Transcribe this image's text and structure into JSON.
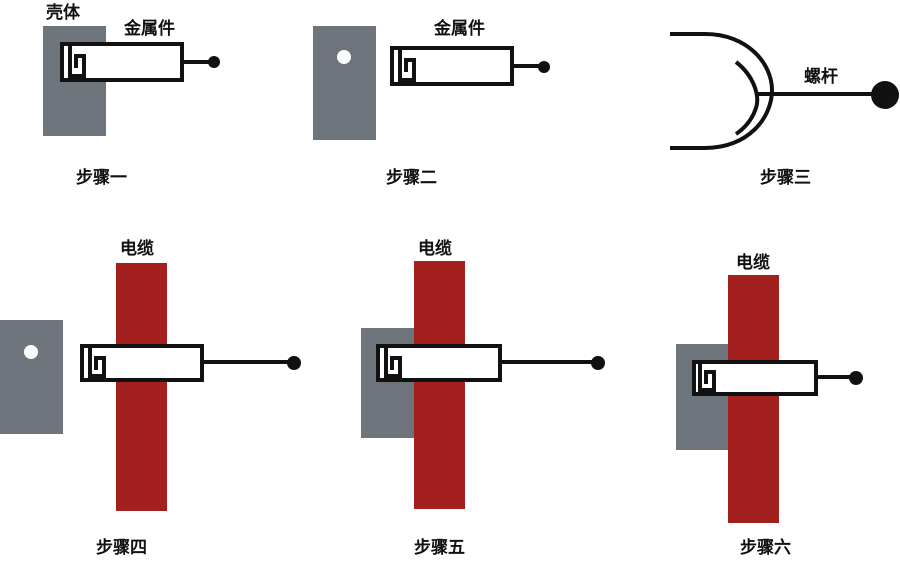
{
  "labels": {
    "shell": "壳体",
    "metal_part_1": "金属件",
    "metal_part_2": "金属件",
    "screw": "螺杆",
    "cable_4": "电缆",
    "cable_5": "电缆",
    "cable_6": "电缆"
  },
  "steps": {
    "s1": "步骤一",
    "s2": "步骤二",
    "s3": "步骤三",
    "s4": "步骤四",
    "s5": "步骤五",
    "s6": "步骤六"
  },
  "colors": {
    "shell": "#6d747c",
    "cable": "#a3201f",
    "outline": "#111111"
  }
}
